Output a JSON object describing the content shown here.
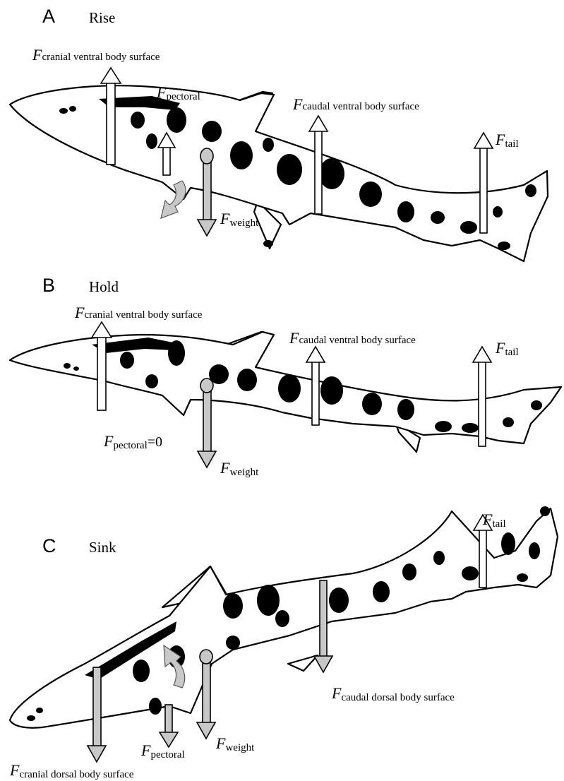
{
  "panels": [
    {
      "letter": "A",
      "title": "Rise",
      "labels": {
        "cranial": {
          "F": "F",
          "sub": "cranial ventral body surface"
        },
        "pectoral": {
          "F": "F",
          "sub": "pectoral"
        },
        "caudal": {
          "F": "F",
          "sub": "caudal ventral body surface"
        },
        "tail": {
          "F": "F",
          "sub": "tail"
        },
        "weight": {
          "F": "F",
          "sub": "weight"
        }
      }
    },
    {
      "letter": "B",
      "title": "Hold",
      "labels": {
        "cranial": {
          "F": "F",
          "sub": "cranial ventral body surface"
        },
        "pectoral": {
          "F": "F",
          "sub": "pectoral",
          "suffix": "=0"
        },
        "caudal": {
          "F": "F",
          "sub": "caudal ventral body surface"
        },
        "tail": {
          "F": "F",
          "sub": "tail"
        },
        "weight": {
          "F": "F",
          "sub": "weight"
        }
      }
    },
    {
      "letter": "C",
      "title": "Sink",
      "labels": {
        "cranial": {
          "F": "F",
          "sub": "cranial dorsal body surface"
        },
        "pectoral": {
          "F": "F",
          "sub": "pectoral"
        },
        "caudal": {
          "F": "F",
          "sub": "caudal dorsal body surface"
        },
        "tail": {
          "F": "F",
          "sub": "tail"
        },
        "weight": {
          "F": "F",
          "sub": "weight"
        }
      }
    }
  ],
  "colors": {
    "upward_force_arrow": "#ffffff",
    "downward_force_arrow": "#c8c8c8",
    "center_of_mass": "#c8c8c8",
    "spots": "#000000"
  }
}
